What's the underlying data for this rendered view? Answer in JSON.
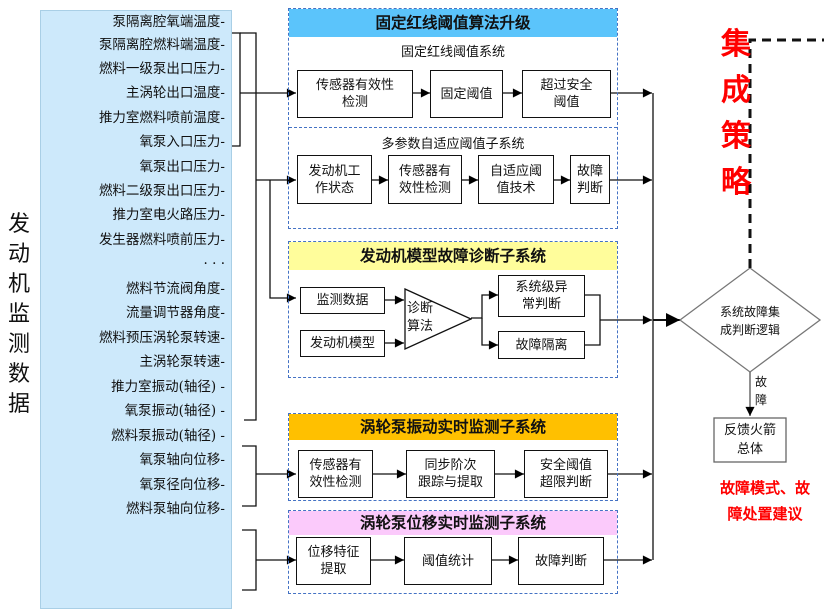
{
  "side_title": [
    "发",
    "动",
    "机",
    "监",
    "测",
    "数",
    "据"
  ],
  "parameters": [
    "泵隔离腔氧端温度-",
    "泵隔离腔燃料端温度-",
    "燃料一级泵出口压力-",
    "主涡轮出口温度-",
    "推力室燃料喷前温度-",
    "氧泵入口压力-",
    "氧泵出口压力-",
    "燃料二级泵出口压力-",
    "推力室电火路压力-",
    "发生器燃料喷前压力-",
    "· · ·",
    "燃料节流阀角度-",
    "流量调节器角度-",
    "燃料预压涡轮泵转速-",
    "主涡轮泵转速-",
    "推力室振动(轴径) -",
    "氧泵振动(轴径) -",
    "燃料泵振动(轴径) -",
    "氧泵轴向位移-",
    "氧泵径向位移-",
    "燃料泵轴向位移-"
  ],
  "groups": {
    "redline": {
      "header": "固定红线阈值算法升级",
      "header_color": "#5bc4fb",
      "fixed": {
        "title": "固定红线阈值系统",
        "steps": [
          "传感器有效性\n检测",
          "固定阈值",
          "超过安全\n阈值"
        ]
      },
      "adaptive": {
        "title": "多参数自适应阈值子系统",
        "steps": [
          "发动机工\n作状态",
          "传感器有\n效性检测",
          "自适应阈\n值技术",
          "故障\n判断"
        ]
      }
    },
    "model": {
      "header": "发动机模型故障诊断子系统",
      "header_color": "#fffd9b",
      "inputs": [
        "监测数据",
        "发动机模型"
      ],
      "algorithm": "诊断\n算法",
      "outputs": [
        "系统级异\n常判断",
        "故障隔离"
      ]
    },
    "vibration": {
      "header": "涡轮泵振动实时监测子系统",
      "header_color": "#ffc000",
      "steps": [
        "传感器有\n效性检测",
        "同步阶次\n跟踪与提取",
        "安全阈值\n超限判断"
      ]
    },
    "displacement": {
      "header": "涡轮泵位移实时监测子系统",
      "header_color": "#fbcafb",
      "steps": [
        "位移特征\n提取",
        "阈值统计",
        "故障判断"
      ]
    }
  },
  "integration": {
    "strategy_label": [
      "集",
      "成",
      "策",
      "略"
    ],
    "decision": "系统故障集\n成判断逻辑",
    "fault_label": "故\n障",
    "feedback": "反馈火箭\n总体",
    "output_note": "故障模式、故\n障处置建议",
    "accent_color": "#ff0000"
  }
}
